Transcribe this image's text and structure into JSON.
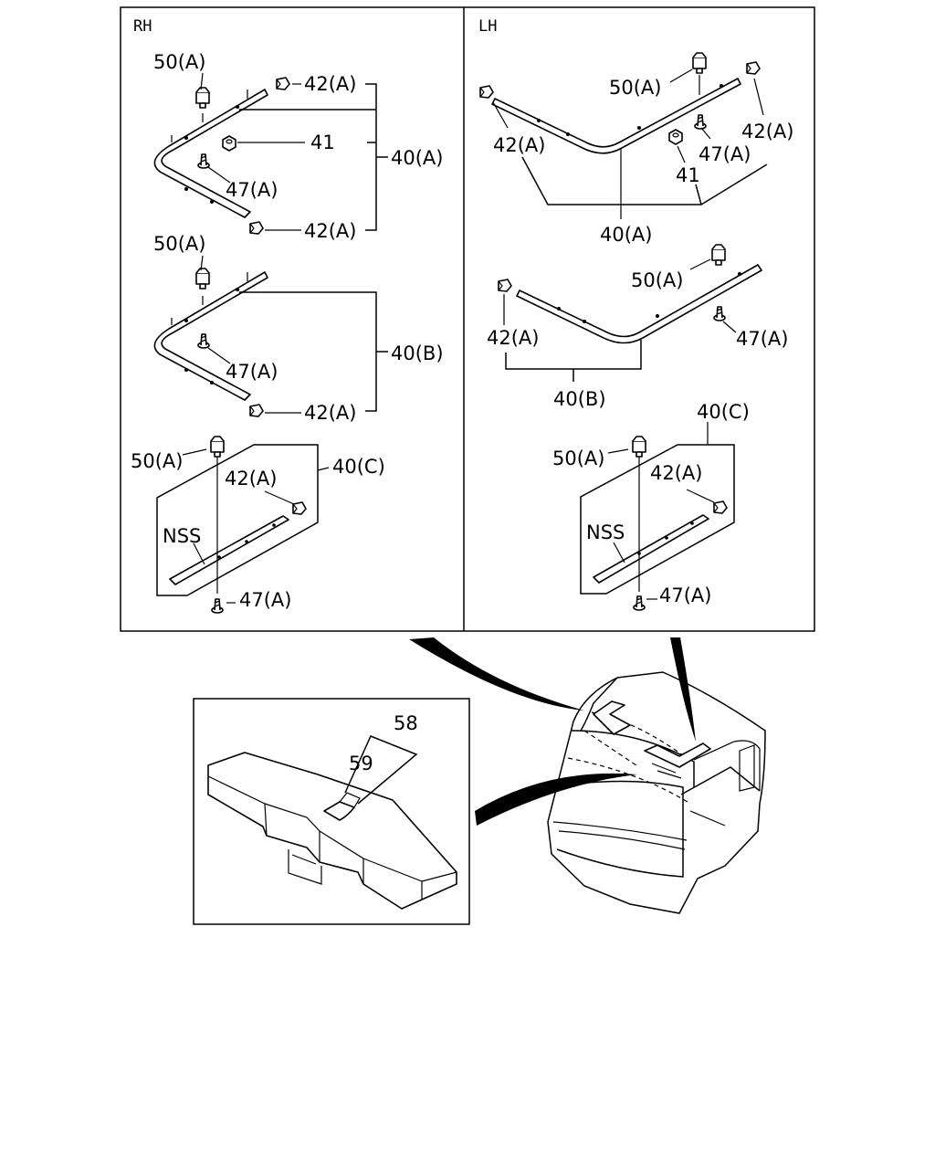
{
  "panels": {
    "rh": {
      "side_label": "RH",
      "group_a": {
        "clip": "50(A)",
        "cap_top": "42(A)",
        "nut": "41",
        "assembly": "40(A)",
        "screw": "47(A)",
        "cap_bottom": "42(A)"
      },
      "group_b": {
        "clip": "50(A)",
        "assembly": "40(B)",
        "screw": "47(A)",
        "cap": "42(A)"
      },
      "group_c": {
        "clip": "50(A)",
        "assembly": "40(C)",
        "cap": "42(A)",
        "nss": "NSS",
        "screw": "47(A)"
      }
    },
    "lh": {
      "side_label": "LH",
      "group_a": {
        "clip": "50(A)",
        "cap_left": "42(A)",
        "cap_right": "42(A)",
        "screw": "47(A)",
        "nut": "41",
        "assembly": "40(A)"
      },
      "group_b": {
        "clip": "50(A)",
        "cap": "42(A)",
        "screw": "47(A)",
        "assembly": "40(B)"
      },
      "group_c": {
        "assembly": "40(C)",
        "clip": "50(A)",
        "cap": "42(A)",
        "nss": "NSS",
        "screw": "47(A)"
      }
    }
  },
  "detail": {
    "part_58": "58",
    "part_59": "59"
  }
}
